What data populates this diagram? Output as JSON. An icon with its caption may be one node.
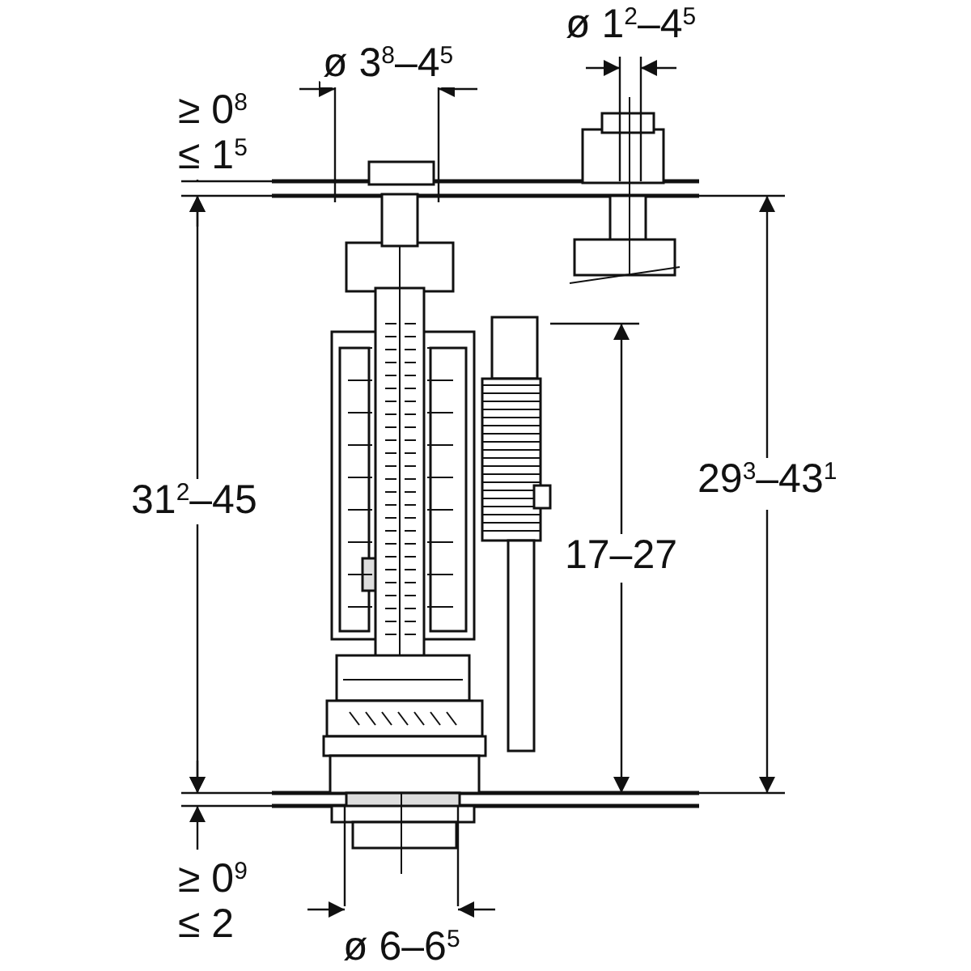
{
  "diagram": {
    "labels": [
      "ø 3$^{8}$–4$^{5}$",
      "ø 1$^{2}$–4$^{5}$",
      "≥ 0$^{8}$",
      "≤ 1$^{5}$",
      "31$^{2}$–45",
      "17–27",
      "29$^{3}$–43$^{1}$",
      "≥ 0$^{9}$",
      "≤ 2",
      "ø 6–6$^{5}$"
    ]
  }
}
